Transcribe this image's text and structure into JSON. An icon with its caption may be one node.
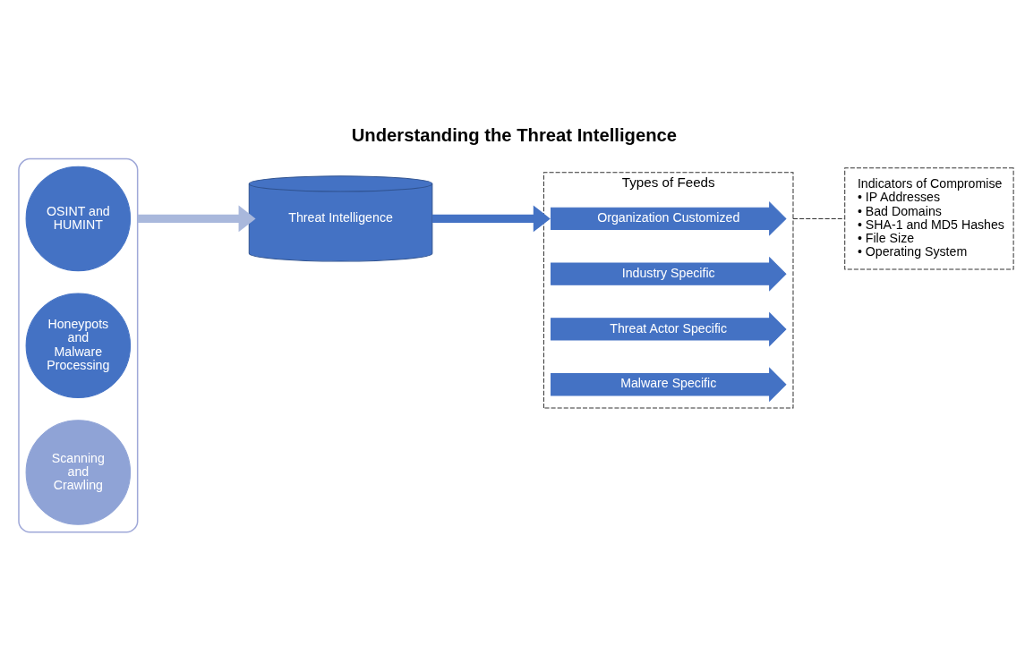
{
  "diagram": {
    "title": "Understanding the Threat Intelligence",
    "nodes": [
      {
        "text": [],
        "shape": "funnel"
      },
      {
        "text": [
          "OSINT and HUMINT"
        ],
        "in": 0
      },
      {
        "text": [
          "Honeypots and Malware Processing"
        ],
        "in": 0
      },
      {
        "text": [
          "Scanning and Crawling"
        ],
        "in": 0
      },
      {
        "text": [
          "Threat Intelligence"
        ]
      },
      {
        "text": [
          "Types of Feeds"
        ]
      },
      {
        "text": [
          "Organization Customized"
        ],
        "in": 5
      },
      {
        "text": [
          "Industry Specific"
        ],
        "in": 5
      },
      {
        "text": [
          "Threat Actor Specific"
        ],
        "in": 5
      },
      {
        "text": [
          "Malware Specific"
        ],
        "in": 5
      },
      {
        "text": [
          "Indicators of Compromise",
          "• IP Addresses",
          "• Bad Domains",
          "• SHA-1 and MD5 Hashes",
          "• File Size",
          "• Operating System"
        ]
      }
    ],
    "edges": [
      {
        "from": 0,
        "to": 4,
        "arrow": "to",
        "color": "#a9b8dc"
      },
      {
        "from": 4,
        "to": 5,
        "arrow": "to",
        "color": "#4472c4"
      },
      {
        "from": 5,
        "to": 10,
        "arrow": "none",
        "style": "dashed",
        "color": "#333333"
      }
    ]
  }
}
